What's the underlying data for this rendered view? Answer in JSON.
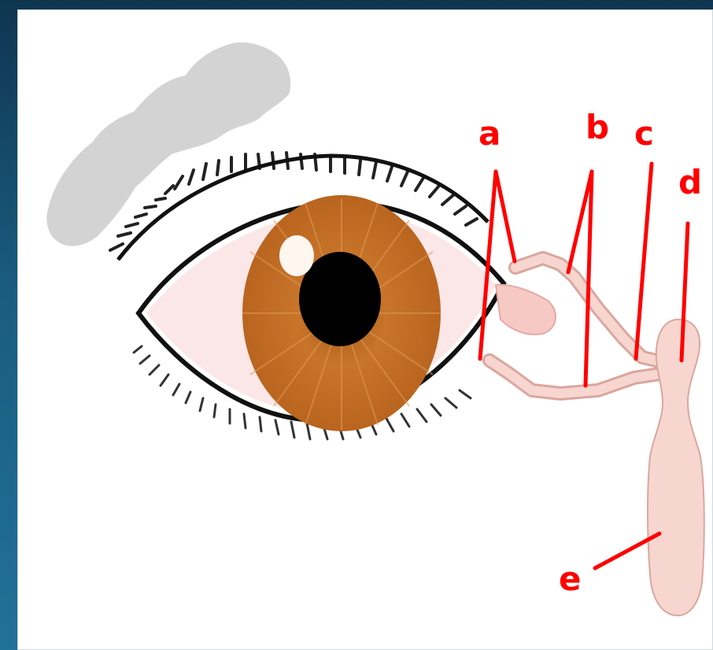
{
  "labels": {
    "a": "a",
    "b": "b",
    "c": "c",
    "d": "d",
    "e": "e"
  },
  "colors": {
    "frame": "#1b5a7c",
    "label": "#ff0000",
    "iris": "#c8742a",
    "pupil": "#000000",
    "sclera": "#fbe7e7",
    "duct": "#f7d6cf",
    "eyebrow": "#d3d3d3"
  }
}
